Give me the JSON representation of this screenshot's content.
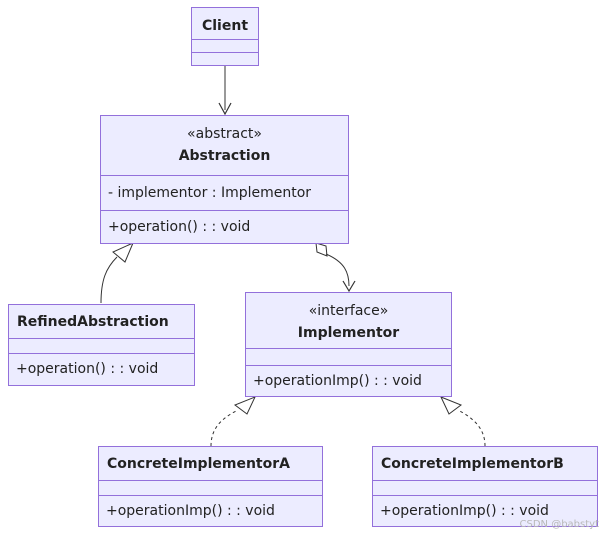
{
  "classes": {
    "client": {
      "name": "Client"
    },
    "abstraction": {
      "stereotype": "«abstract»",
      "name": "Abstraction",
      "attributes": [
        "- implementor : Implementor"
      ],
      "methods": [
        "+operation() : : void"
      ]
    },
    "refined": {
      "name": "RefinedAbstraction",
      "methods": [
        "+operation() : : void"
      ]
    },
    "implementor": {
      "stereotype": "«interface»",
      "name": "Implementor",
      "methods": [
        "+operationImp() : : void"
      ]
    },
    "concreteA": {
      "name": "ConcreteImplementorA",
      "methods": [
        "+operationImp() : : void"
      ]
    },
    "concreteB": {
      "name": "ConcreteImplementorB",
      "methods": [
        "+operationImp() : : void"
      ]
    }
  },
  "colors": {
    "fill": "#ECECFF",
    "stroke": "#9370DB",
    "line": "#333333"
  },
  "watermark": "CSDN @babstyt"
}
